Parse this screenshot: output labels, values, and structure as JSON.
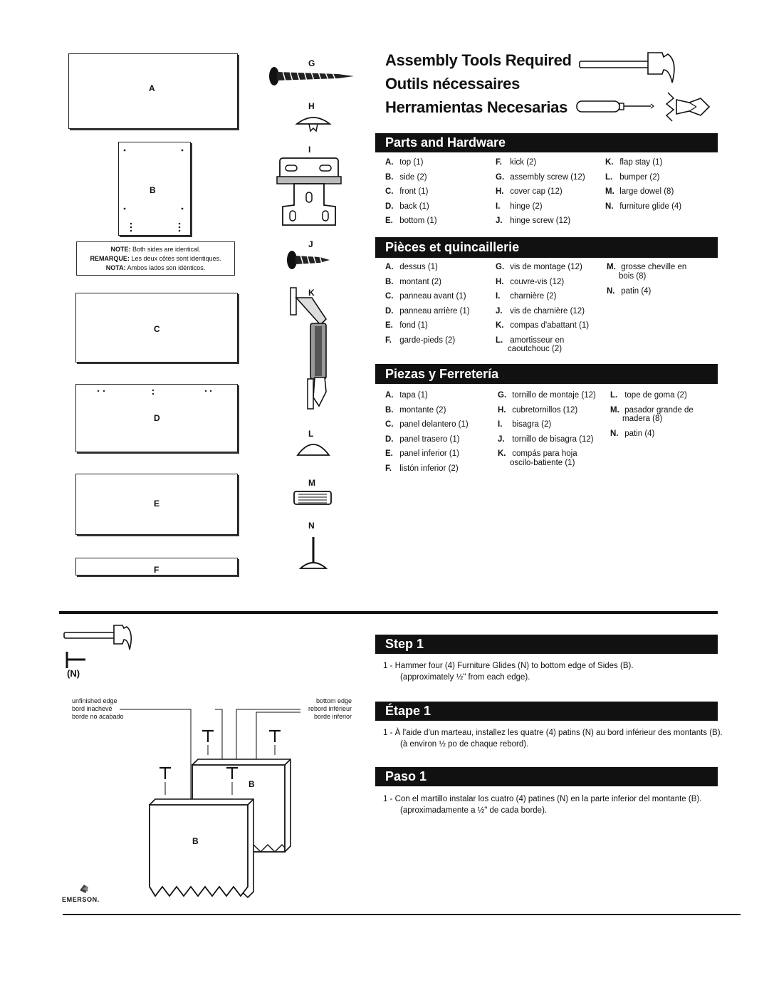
{
  "tools": {
    "heading_en": "Assembly Tools Required",
    "heading_fr": "Outils nécessaires",
    "heading_es": "Herramientas Necesarias",
    "icons": [
      "hammer-icon",
      "screwdriver-icon"
    ]
  },
  "parts_labels": {
    "A": "A",
    "B": "B",
    "C": "C",
    "D": "D",
    "E": "E",
    "F": "F",
    "G": "G",
    "H": "H",
    "I": "I",
    "J": "J",
    "K": "K",
    "L": "L",
    "M": "M",
    "N": "N"
  },
  "note": {
    "line1_bold": "NOTE:",
    "line1": "Both sides are identical.",
    "line2_bold": "REMARQUE:",
    "line2": "Les deux côtés sont identiques.",
    "line3_bold": "NOTA:",
    "line3": "Ambos lados son idénticos."
  },
  "sections": {
    "en": {
      "title": "Parts and Hardware",
      "col1": [
        [
          "A.",
          "top (1)"
        ],
        [
          "B.",
          "side (2)"
        ],
        [
          "C.",
          "front (1)"
        ],
        [
          "D.",
          "back (1)"
        ],
        [
          "E.",
          "bottom (1)"
        ]
      ],
      "col2": [
        [
          "F.",
          "kick (2)"
        ],
        [
          "G.",
          "assembly screw (12)"
        ],
        [
          "H.",
          "cover cap (12)"
        ],
        [
          "I.",
          "hinge (2)"
        ],
        [
          "J.",
          "hinge screw (12)"
        ]
      ],
      "col3": [
        [
          "K.",
          "flap stay (1)"
        ],
        [
          "L.",
          "bumper (2)"
        ],
        [
          "M.",
          "large dowel (8)"
        ],
        [
          "N.",
          "furniture glide (4)"
        ]
      ]
    },
    "fr": {
      "title": "Pièces et quincaillerie",
      "col1": [
        [
          "A.",
          "dessus (1)"
        ],
        [
          "B.",
          "montant (2)"
        ],
        [
          "C.",
          "panneau avant (1)"
        ],
        [
          "D.",
          "panneau arrière (1)"
        ],
        [
          "E.",
          "fond (1)"
        ],
        [
          "F.",
          "garde-pieds (2)"
        ]
      ],
      "col2": [
        [
          "G.",
          "vis de montage (12)"
        ],
        [
          "H.",
          "couvre-vis  (12)"
        ],
        [
          "I.",
          "charnière (2)"
        ],
        [
          "J.",
          "vis de charnière (12)"
        ],
        [
          "K.",
          "compas d'abattant (1)"
        ],
        [
          "L.",
          "amortisseur en",
          "caoutchouc (2)"
        ]
      ],
      "col3": [
        [
          "M.",
          "grosse cheville en",
          "bois (8)"
        ],
        [
          "N.",
          "patin (4)"
        ]
      ]
    },
    "es": {
      "title": "Piezas y Ferretería",
      "col1": [
        [
          "A.",
          "tapa (1)"
        ],
        [
          "B.",
          "montante (2)"
        ],
        [
          "C.",
          "panel delantero (1)"
        ],
        [
          "D.",
          "panel trasero (1)"
        ],
        [
          "E.",
          "panel inferior (1)"
        ],
        [
          "F.",
          "listón inferior (2)"
        ]
      ],
      "col2": [
        [
          "G.",
          "tornillo de montaje (12)"
        ],
        [
          "H.",
          "cubretornillos (12)"
        ],
        [
          "I.",
          "bisagra (2)"
        ],
        [
          "J.",
          "tornillo de bisagra (12)"
        ],
        [
          "K.",
          "compás para hoja",
          "oscilo-batiente (1)"
        ]
      ],
      "col3": [
        [
          "L.",
          "tope de goma (2)"
        ],
        [
          "M.",
          "pasador grande de",
          "madera (8)"
        ],
        [
          "N.",
          "patin (4)"
        ]
      ]
    }
  },
  "step1": {
    "en_title": "Step 1",
    "en_l1": "1 - Hammer four (4) Furniture Glides (N) to bottom edge of Sides (B).",
    "en_l2": "(approximately ½\" from each edge).",
    "fr_title": "Étape 1",
    "fr_l1": "1 - À l'aide d'un marteau, installez les quatre (4) patins (N) au bord inférieur des montants (B).",
    "fr_l2": "(à environ ½ po de chaque rebord).",
    "es_title": "Paso 1",
    "es_l1": "1 - Con el martillo instalar los cuatro (4) patines (N) en la parte inferior del montante (B).",
    "es_l2": "(aproximadamente a ½\" de cada borde)."
  },
  "diagram": {
    "part_n": "(N)",
    "unfinished_1": "unfinished edge",
    "unfinished_2": "bord inachevé",
    "unfinished_3": "borde no acabado",
    "bottom_1": "bottom edge",
    "bottom_2": "rebord inférieur",
    "bottom_3": "borde inferior",
    "side_b_back": "B",
    "side_b_front": "B"
  },
  "brand": "EMERSON."
}
